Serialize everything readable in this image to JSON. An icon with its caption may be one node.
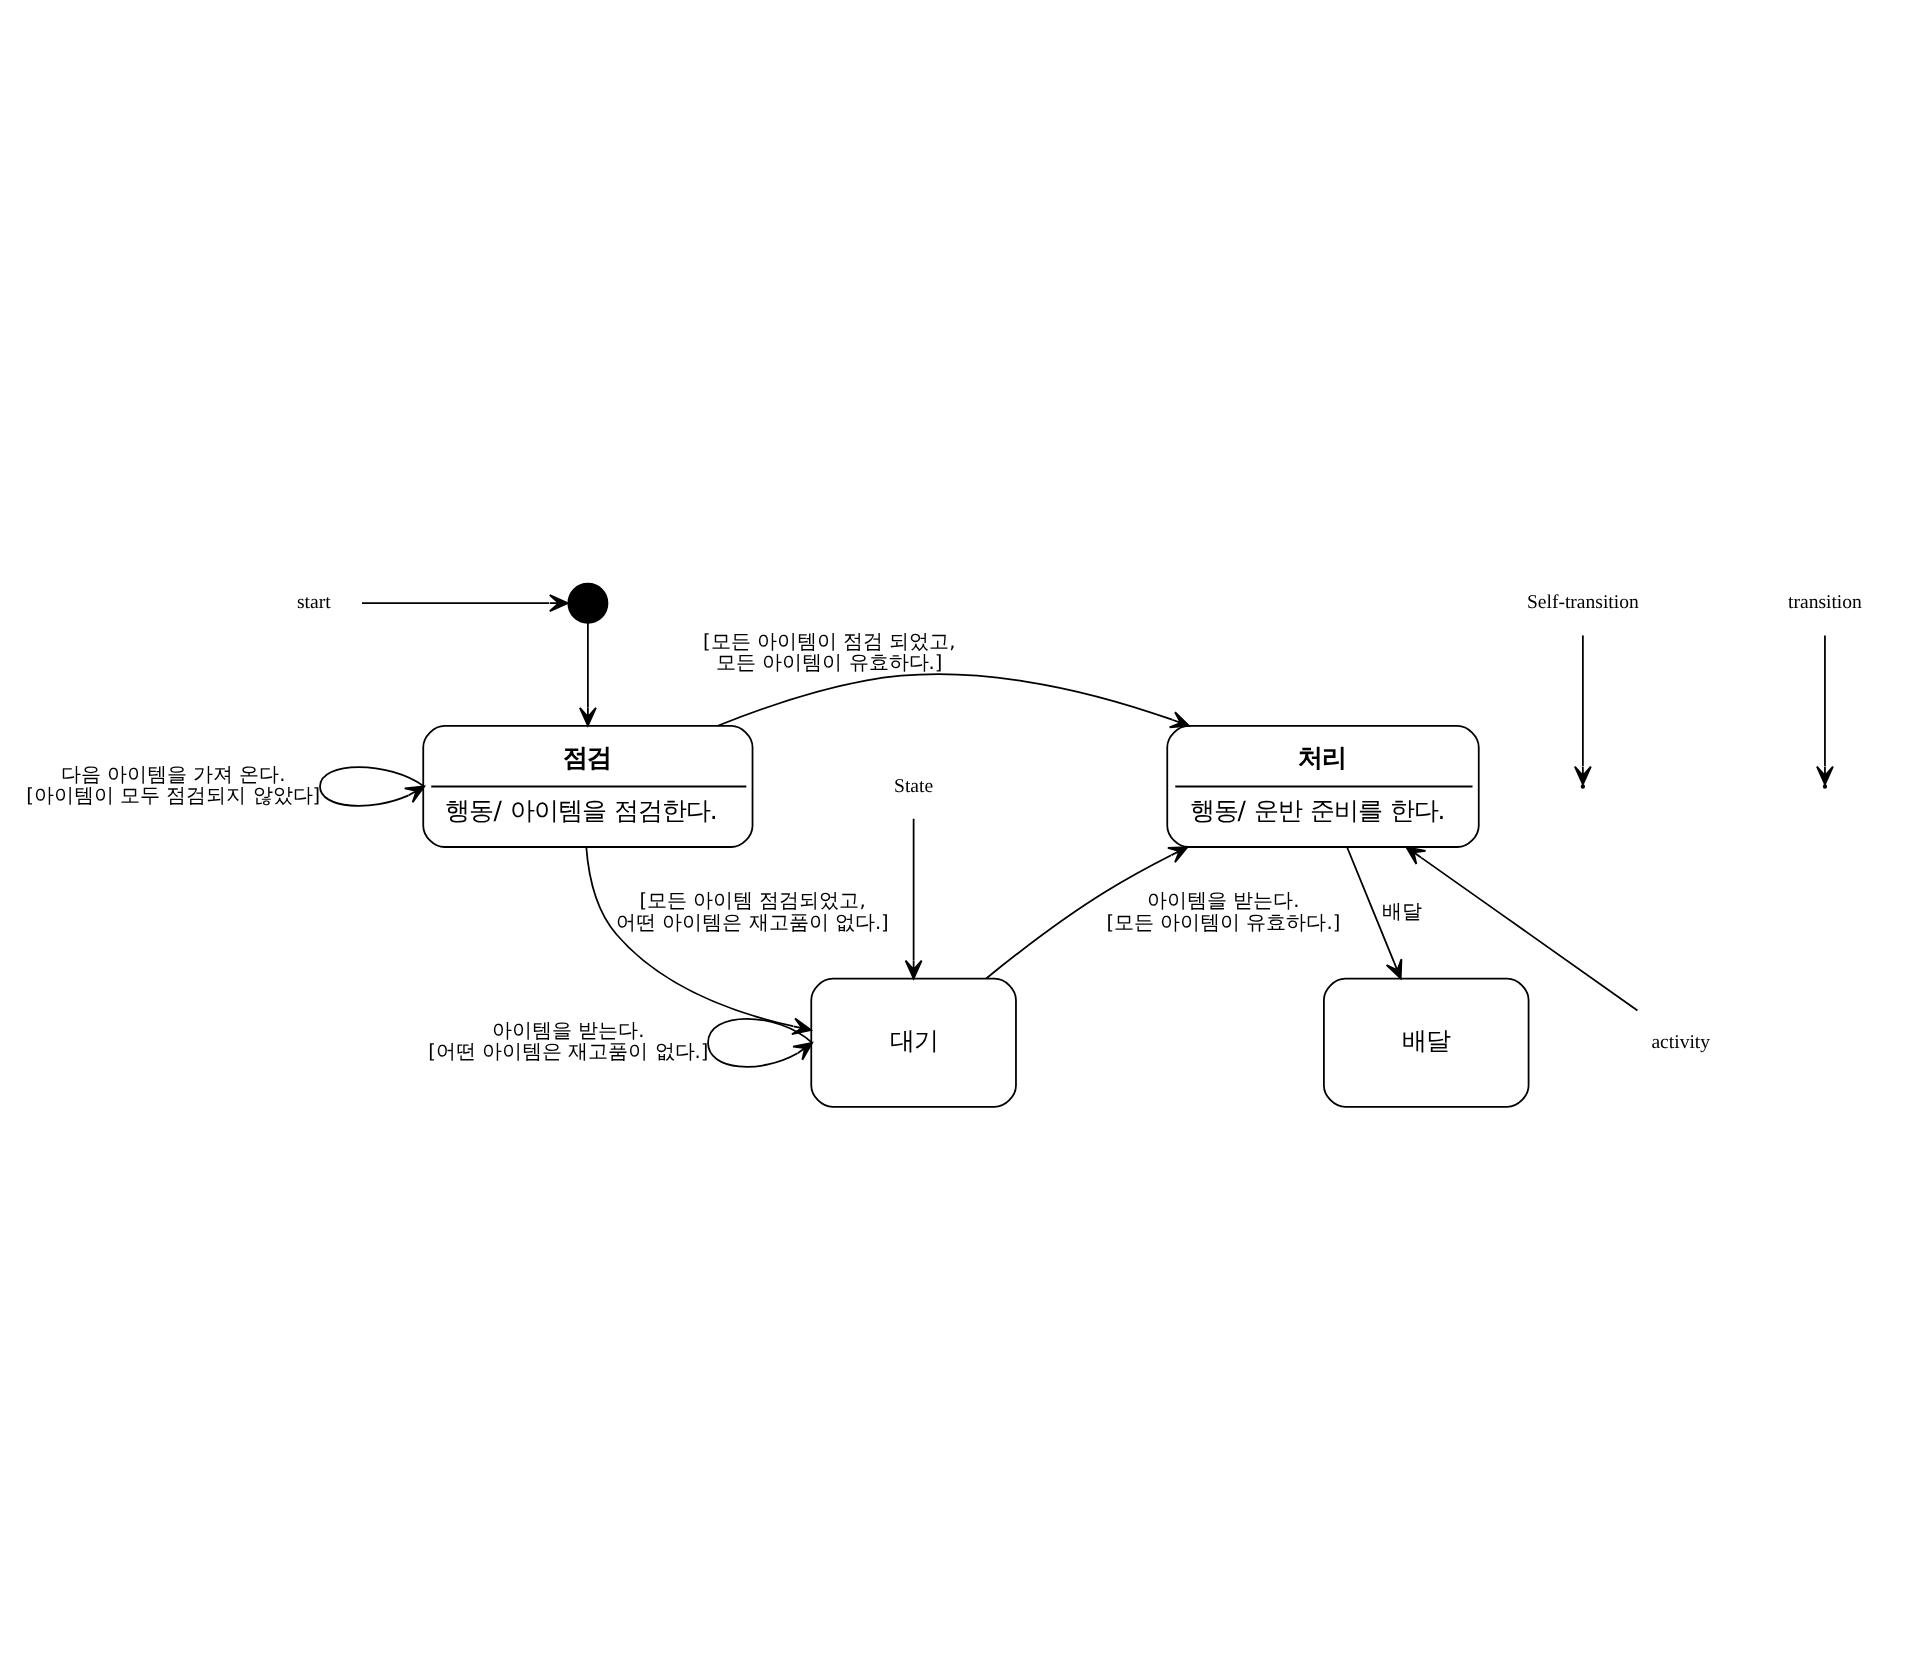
{
  "diagram": {
    "nodes": [
      {
        "text": [
          "start"
        ]
      },
      {
        "text": [],
        "shape": "circle"
      },
      {
        "text": [
          "점검",
          "행동/ 아이템을 점검한다."
        ]
      },
      {
        "text": [
          "처리",
          "행동/ 운반 준비를 한다."
        ]
      },
      {
        "text": [
          "activity"
        ]
      },
      {
        "text": [
          "Self-transition"
        ]
      },
      {
        "text": [
          "대기"
        ]
      },
      {
        "text": [
          "transition"
        ]
      },
      {
        "text": [
          "배달"
        ]
      },
      {
        "text": [
          "State"
        ]
      }
    ],
    "edges": [
      {
        "from": 0,
        "to": 1,
        "arrow": "to"
      },
      {
        "from": 1,
        "to": 2,
        "arrow": "to"
      },
      {
        "from": 2,
        "to": 2,
        "arrow": "to",
        "label": "다음 아이템을 가져 온다. [아이템이 모두 점검되지 않았다]"
      },
      {
        "from": 2,
        "to": 3,
        "arrow": "to",
        "label": "[모든 아이템이 점검 되었고, 모든 아이템이 유효하다.]"
      },
      {
        "from": 2,
        "to": 6,
        "arrow": "to",
        "label": "[모든 아이템 점검되었고, 어떤 아이템은 재고품이 없다.]"
      },
      {
        "from": 6,
        "to": 6,
        "arrow": "to",
        "label": "아이템을 받는다. [어떤 아이템은 재고품이 없다.]"
      },
      {
        "from": 6,
        "to": 3,
        "arrow": "to",
        "label": "아이템을 받는다. [모든 아이템이 유효하다.]"
      },
      {
        "from": 3,
        "to": 8,
        "arrow": "to",
        "label": "배달"
      },
      {
        "from": 4,
        "to": 3,
        "arrow": "to"
      },
      {
        "from": 7,
        "to": null,
        "arrow": "to"
      },
      {
        "from": 9,
        "to": 6,
        "arrow": "to"
      },
      {
        "from": 5,
        "to": null,
        "arrow": "to"
      }
    ]
  }
}
